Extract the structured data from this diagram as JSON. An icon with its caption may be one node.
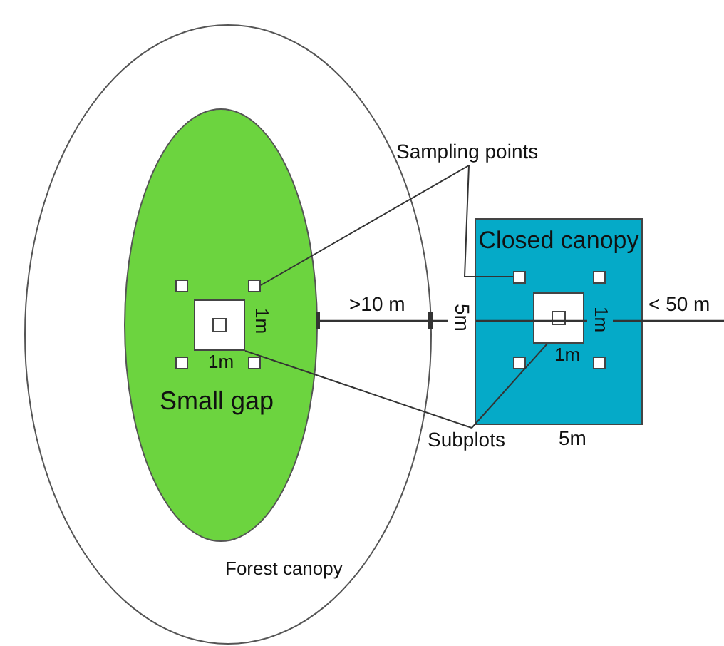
{
  "diagram": {
    "nodes": [
      {
        "text": [
          "Forest canopy"
        ]
      },
      {
        "text": [
          "Small gap"
        ],
        "in": 0
      },
      {
        "text": [],
        "shape": "box",
        "in": 1,
        "beside": [
          "1m",
          "1m"
        ]
      },
      {
        "text": [],
        "shape": "box",
        "in": 1
      },
      {
        "text": [],
        "shape": "box",
        "in": 1
      },
      {
        "text": [],
        "shape": "box",
        "in": 1
      },
      {
        "text": [],
        "shape": "box",
        "in": 1
      },
      {
        "text": [
          "Sampling points"
        ]
      },
      {
        "text": [
          "Closed canopy"
        ]
      },
      {
        "text": [],
        "shape": "box",
        "in": 8,
        "beside": [
          "1m",
          "1m"
        ]
      },
      {
        "text": [],
        "shape": "box",
        "in": 8
      },
      {
        "text": [],
        "shape": "box",
        "in": 8
      },
      {
        "text": [],
        "shape": "box",
        "in": 8
      },
      {
        "text": [],
        "shape": "box",
        "in": 8
      },
      {
        "text": [
          "Subplots"
        ]
      }
    ],
    "edges": [
      {
        "from": 7,
        "to": 4,
        "arrow": "none"
      },
      {
        "from": 7,
        "to": 10,
        "arrow": "none"
      },
      {
        "from": 14,
        "to": 2,
        "arrow": "none"
      },
      {
        "from": 14,
        "to": 9,
        "arrow": "none"
      }
    ],
    "labels": [
      ">10 m",
      "5m",
      "< 50 m",
      "5m"
    ]
  }
}
